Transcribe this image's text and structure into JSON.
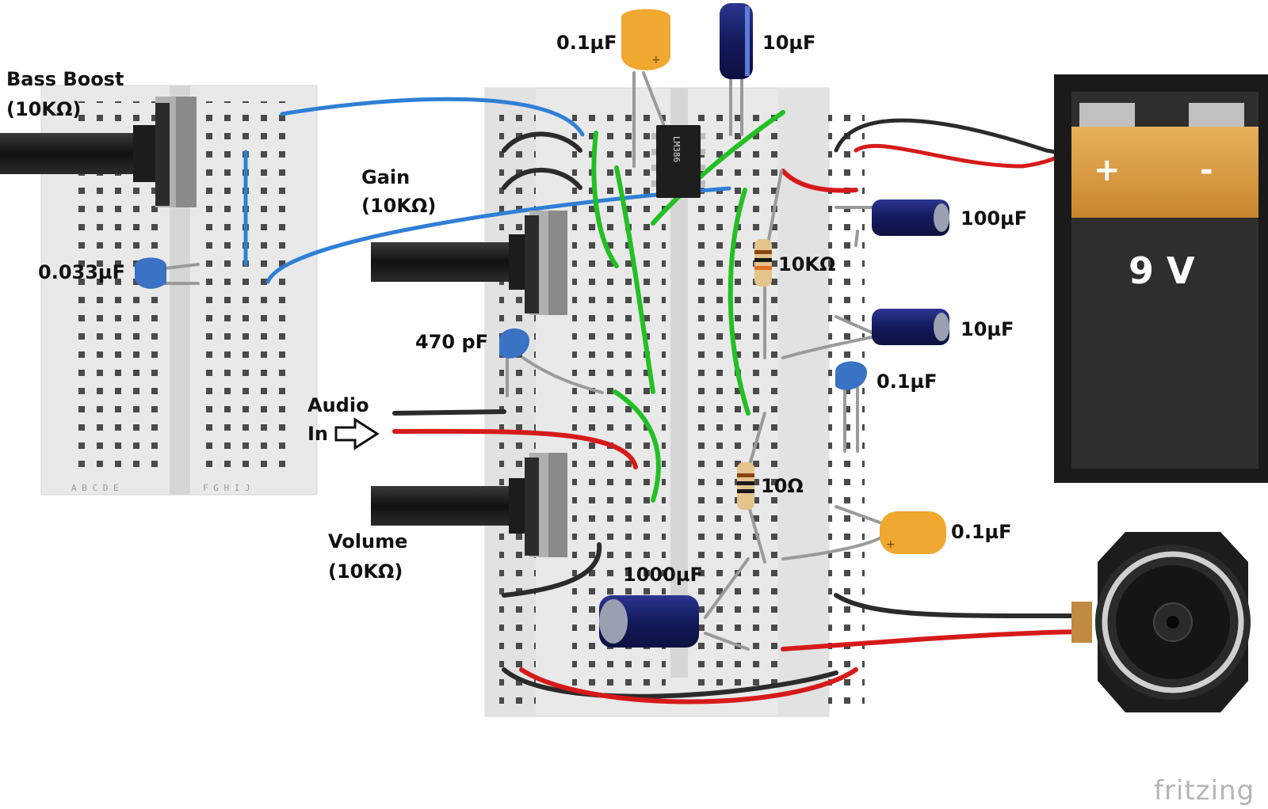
{
  "labels": {
    "bass_boost_line1": "Bass Boost",
    "bass_boost_line2": "(10KΩ)",
    "gain_line1": "Gain",
    "gain_line2": "(10KΩ)",
    "cap_0033": "0.033µF",
    "cap_470p": "470 pF",
    "audio_in_line1": "Audio",
    "audio_in_line2": "In",
    "volume_line1": "Volume",
    "volume_line2": "(10KΩ)",
    "cap_top_01": "0.1µF",
    "cap_top_10": "10µF",
    "cap_100": "100µF",
    "res_10k": "10KΩ",
    "cap_right_10": "10µF",
    "cap_right_01": "0.1µF",
    "res_10": "10Ω",
    "cap_1000": "1000µF",
    "cap_bottom_01": "0.1µF"
  },
  "ic_label": "LM386",
  "battery": {
    "plus": "+",
    "minus": "-",
    "voltage": "9 V"
  },
  "brand": "fritzing",
  "wire_colors": {
    "blue": "#2f7fd6",
    "green": "#22c022",
    "red": "#d61a1a",
    "black": "#2b2b2b",
    "lead": "#9a9a9a"
  }
}
